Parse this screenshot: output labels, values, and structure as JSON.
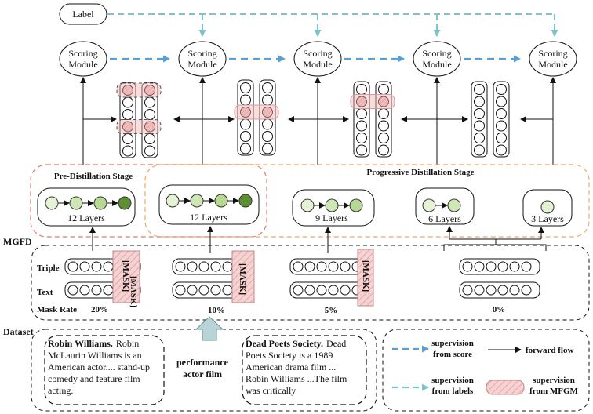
{
  "label": "Label",
  "scoring_module": [
    "Scoring",
    "Module"
  ],
  "stages": {
    "pre": "Pre-Distillation Stage",
    "progressive": "Progressive Distillation Stage"
  },
  "layers": [
    "12 Layers",
    "12 Layers",
    "9 Layers",
    "6 Layers",
    "3 Layers"
  ],
  "section_labels": {
    "mgfd": "MGFD",
    "dataset": "Dataset"
  },
  "row_labels": {
    "triple": "Triple",
    "text": "Text",
    "mask_rate": "Mask Rate"
  },
  "mask_token": "[MASK]",
  "mask_rates": [
    "20%",
    "10%",
    "5%",
    "0%"
  ],
  "dataset": {
    "left": {
      "title": "Robin Williams.",
      "lines": [
        "Robin Williams.  Robin",
        "McLaurin Williams is an",
        "American actor.... stand-up",
        "comedy and feature film",
        "acting."
      ]
    },
    "middle": [
      "performance",
      "actor film"
    ],
    "right": {
      "title": "Dead Poets Society.",
      "lines": [
        "Dead Poets Society. Dead",
        "Poets Society is a 1989",
        "American drama film ...",
        "Robin Williams ...The film",
        "was critically"
      ]
    }
  },
  "legend": {
    "supervision_score": [
      "supervision",
      "from score"
    ],
    "forward_flow": "forward flow",
    "supervision_labels": [
      "supervision",
      "from labels"
    ],
    "supervision_mfgm": [
      "supervision",
      "from MFGM"
    ]
  }
}
